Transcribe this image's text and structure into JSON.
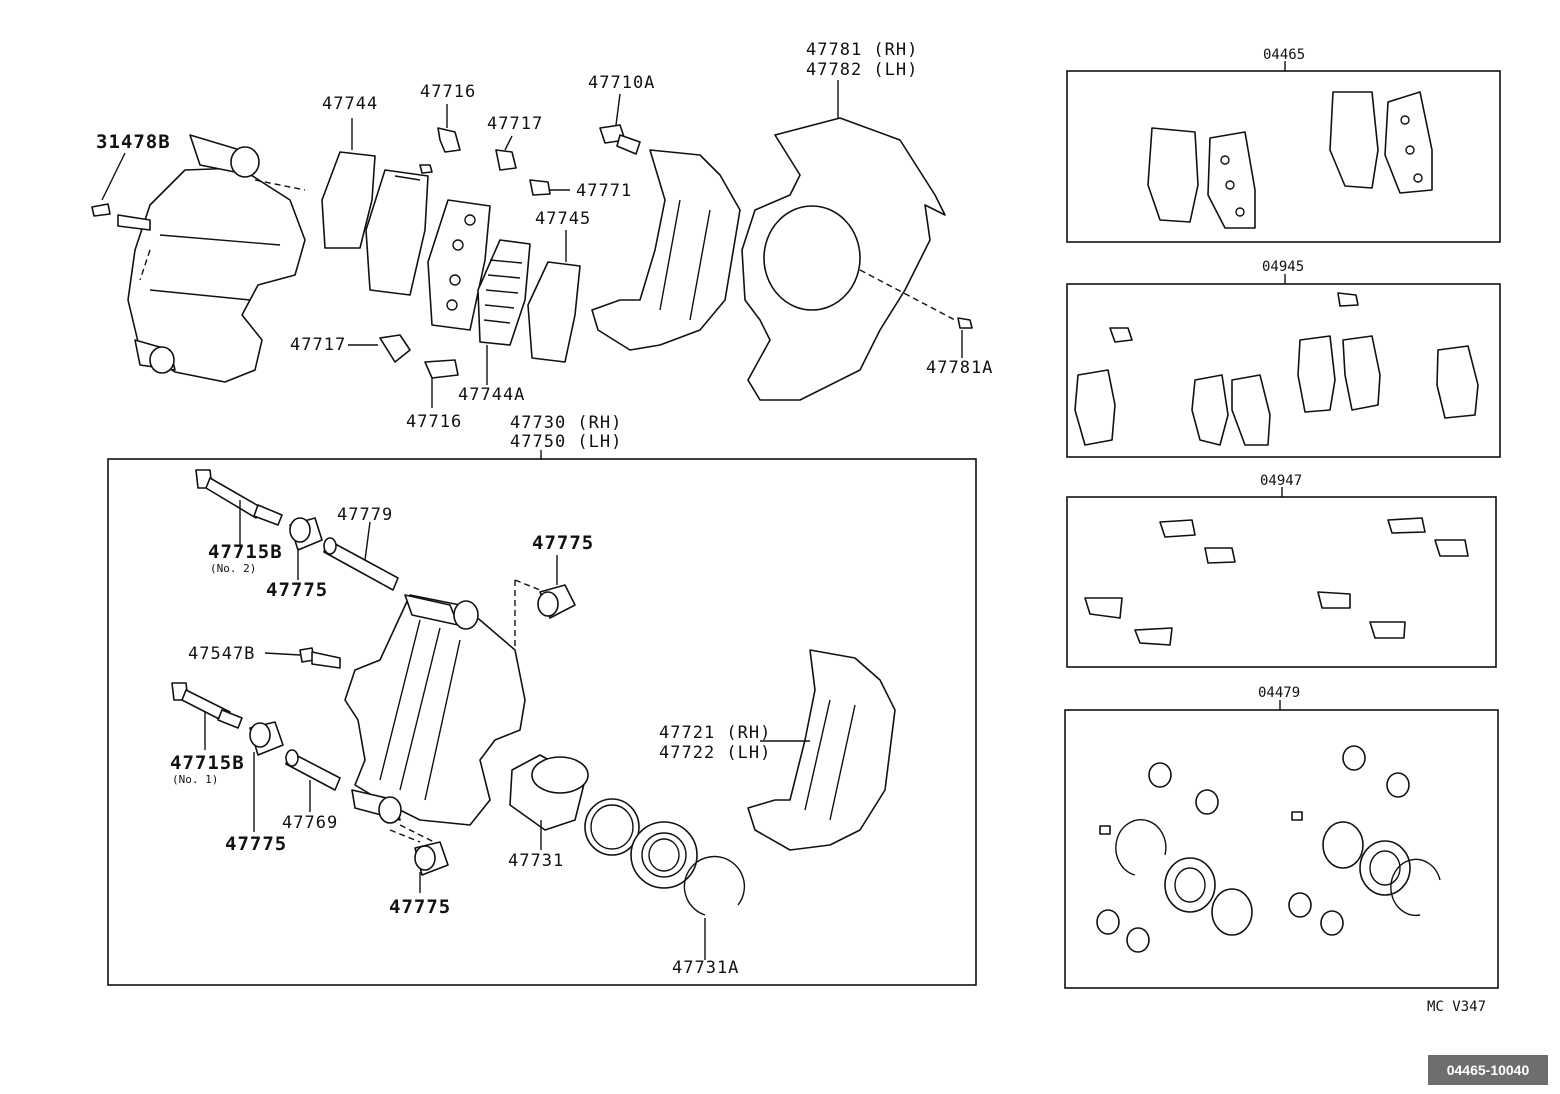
{
  "callouts": {
    "c31478B": "31478B",
    "c47744": "47744",
    "c47716_top": "47716",
    "c47717_top": "47717",
    "c47710A": "47710A",
    "c47771": "47771",
    "c47745": "47745",
    "c47781_rh": "47781 (RH)",
    "c47782_lh": "47782 (LH)",
    "c47717_bot": "47717",
    "c47744A": "47744A",
    "c47716_bot": "47716",
    "c47781A": "47781A",
    "c47730_rh": "47730 (RH)",
    "c47750_lh": "47750 (LH)",
    "c47715B_no2": "47715B",
    "no2": "(No. 2)",
    "c47775_a": "47775",
    "c47779": "47779",
    "c47775_b": "47775",
    "c47547B": "47547B",
    "c47721_rh": "47721 (RH)",
    "c47722_lh": "47722 (LH)",
    "c47715B_no1": "47715B",
    "no1": "(No. 1)",
    "c47775_c": "47775",
    "c47769": "47769",
    "c47731": "47731",
    "c47775_d": "47775",
    "c47731A": "47731A"
  },
  "kits": {
    "k04465": "04465",
    "k04945": "04945",
    "k04947": "04947",
    "k04479": "04479"
  },
  "footer": {
    "ref": "MC V347",
    "part_number": "04465-10040"
  }
}
